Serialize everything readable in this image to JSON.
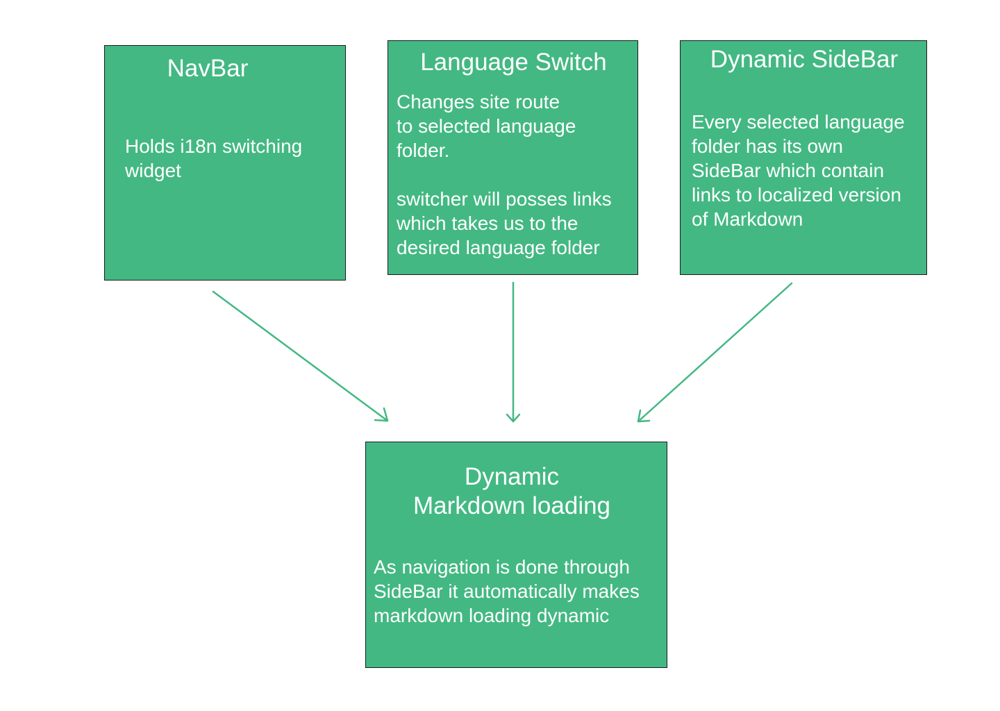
{
  "colors": {
    "box_fill": "#43b883",
    "box_border": "#1a1a1a",
    "text": "#ffffff",
    "arrow": "#43b883"
  },
  "nodes": {
    "navbar": {
      "title": "NavBar",
      "body": "Holds i18n switching\nwidget"
    },
    "language_switch": {
      "title": "Language Switch",
      "body": "Changes site route\nto selected language\nfolder.\n\nswitcher will posses links\nwhich takes us to the\ndesired language folder"
    },
    "dynamic_sidebar": {
      "title": "Dynamic SideBar",
      "body": "Every selected language\nfolder has its own\nSideBar which contain\nlinks to localized version\nof Markdown"
    },
    "markdown_loading": {
      "title": "Dynamic\nMarkdown loading",
      "body": "As navigation is done through\nSideBar it automatically makes\nmarkdown loading dynamic"
    }
  },
  "edges": [
    {
      "from": "navbar",
      "to": "markdown_loading"
    },
    {
      "from": "language_switch",
      "to": "markdown_loading"
    },
    {
      "from": "dynamic_sidebar",
      "to": "markdown_loading"
    }
  ]
}
